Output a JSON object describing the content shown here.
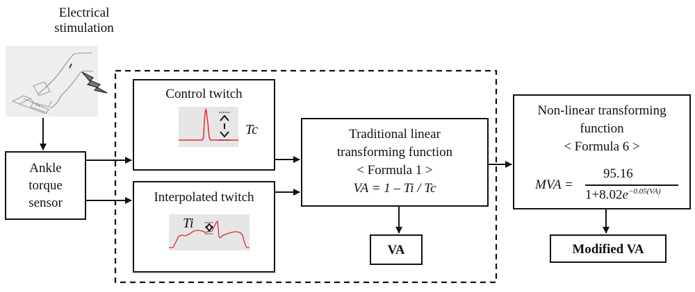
{
  "stimulation": {
    "label_line1": "Electrical",
    "label_line2": "stimulation",
    "image_icon": "leg-with-electrical-stimulation-icon"
  },
  "sensor": {
    "line1": "Ankle",
    "line2": "torque",
    "line3": "sensor"
  },
  "control_twitch": {
    "title": "Control twitch",
    "symbol": "Tc"
  },
  "interpolated_twitch": {
    "title": "Interpolated twitch",
    "symbol": "Ti"
  },
  "linear_function": {
    "line1": "Traditional linear",
    "line2": "transforming function",
    "line3": "< Formula 1 >",
    "formula": "VA = 1 – Ti / Tc"
  },
  "va_output": {
    "label": "VA"
  },
  "nonlinear_function": {
    "line1": "Non-linear transforming",
    "line2": "function",
    "line3": "< Formula 6 >",
    "lhs": "MVA =",
    "numerator": "95.16",
    "denominator_base": "1+8.02",
    "denominator_e": "e",
    "exponent": "−0.05(VA)"
  },
  "modified_va_output": {
    "label": "Modified VA"
  },
  "colors": {
    "line": "#111111",
    "signal": "#e8282a",
    "panel_bg": "#e6e6e6",
    "bolt": "#777777"
  }
}
